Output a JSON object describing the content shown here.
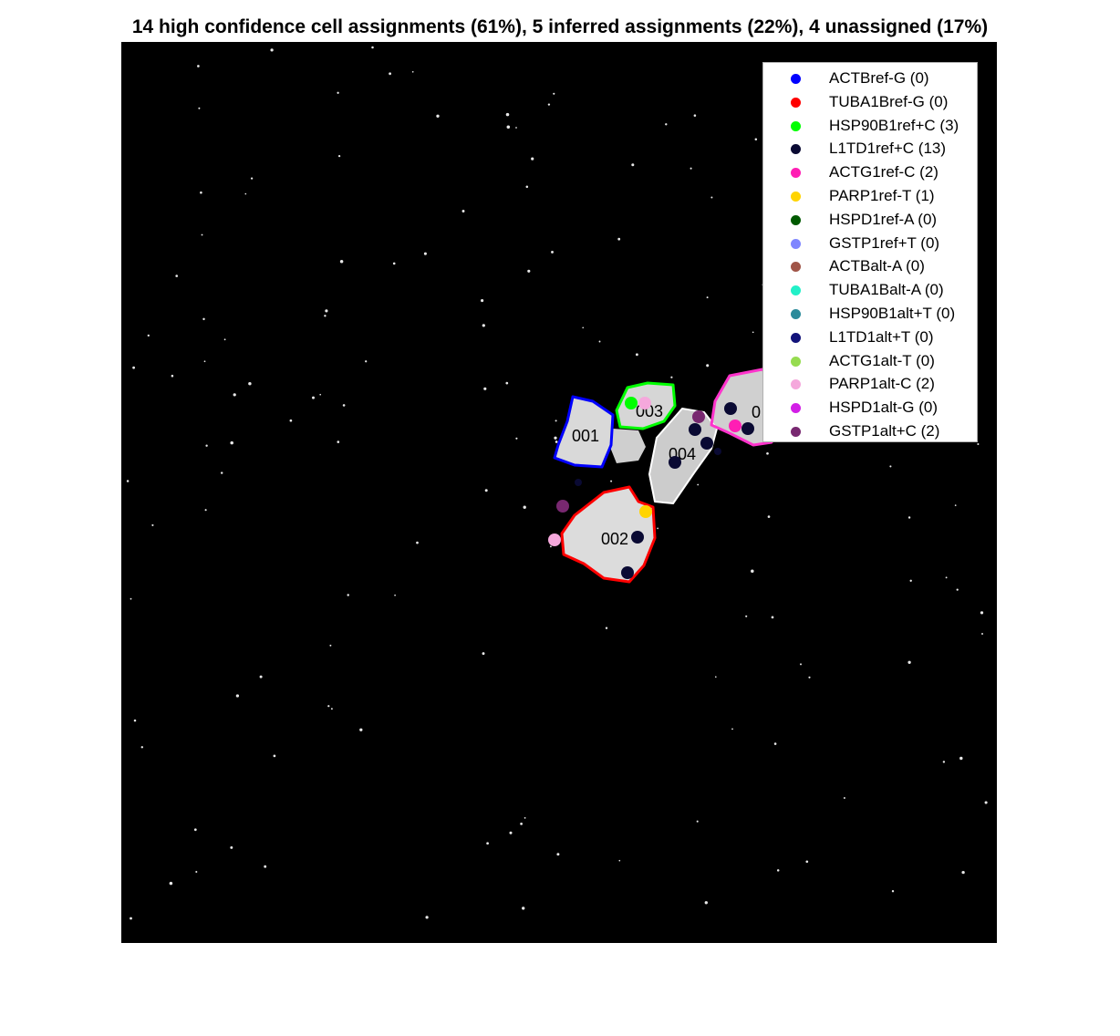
{
  "chart_data": {
    "type": "scatter",
    "title": "14 high confidence cell assignments (61%), 5 inferred assignments (22%), 4 unassigned (17%)",
    "image": "grayscale fluorescence micrograph with segmented cell outlines",
    "grid": false,
    "legend_placement": "top-right",
    "cells": [
      {
        "id": "001",
        "color": "#0000ff"
      },
      {
        "id": "002",
        "color": "#ff0000"
      },
      {
        "id": "003",
        "color": "#00ff00"
      },
      {
        "id": "004",
        "color": "#0a0a3a"
      },
      {
        "id": "0",
        "color": "#ff33cc"
      }
    ],
    "legend": [
      {
        "label": "ACTBref-G (0)",
        "color": "#0000ff"
      },
      {
        "label": "TUBA1Bref-G (0)",
        "color": "#ff0000"
      },
      {
        "label": "HSP90B1ref+C (3)",
        "color": "#00ff00"
      },
      {
        "label": "L1TD1ref+C (13)",
        "color": "#0a0a33"
      },
      {
        "label": "ACTG1ref-C (2)",
        "color": "#ff1eb4"
      },
      {
        "label": "PARP1ref-T (1)",
        "color": "#ffd400"
      },
      {
        "label": "HSPD1ref-A (0)",
        "color": "#005a00"
      },
      {
        "label": "GSTP1ref+T (0)",
        "color": "#7f86ff"
      },
      {
        "label": "ACTBalt-A (0)",
        "color": "#a05548"
      },
      {
        "label": "TUBA1Balt-A (0)",
        "color": "#22f0c8"
      },
      {
        "label": "HSP90B1alt+T (0)",
        "color": "#2a8a9a"
      },
      {
        "label": "L1TD1alt+T (0)",
        "color": "#12137a"
      },
      {
        "label": "ACTG1alt-T (0)",
        "color": "#96dc50"
      },
      {
        "label": "PARP1alt-C (2)",
        "color": "#f5a8dc"
      },
      {
        "label": "HSPD1alt-G (0)",
        "color": "#d21ee6"
      },
      {
        "label": "GSTP1alt+C (2)",
        "color": "#782870"
      }
    ]
  }
}
